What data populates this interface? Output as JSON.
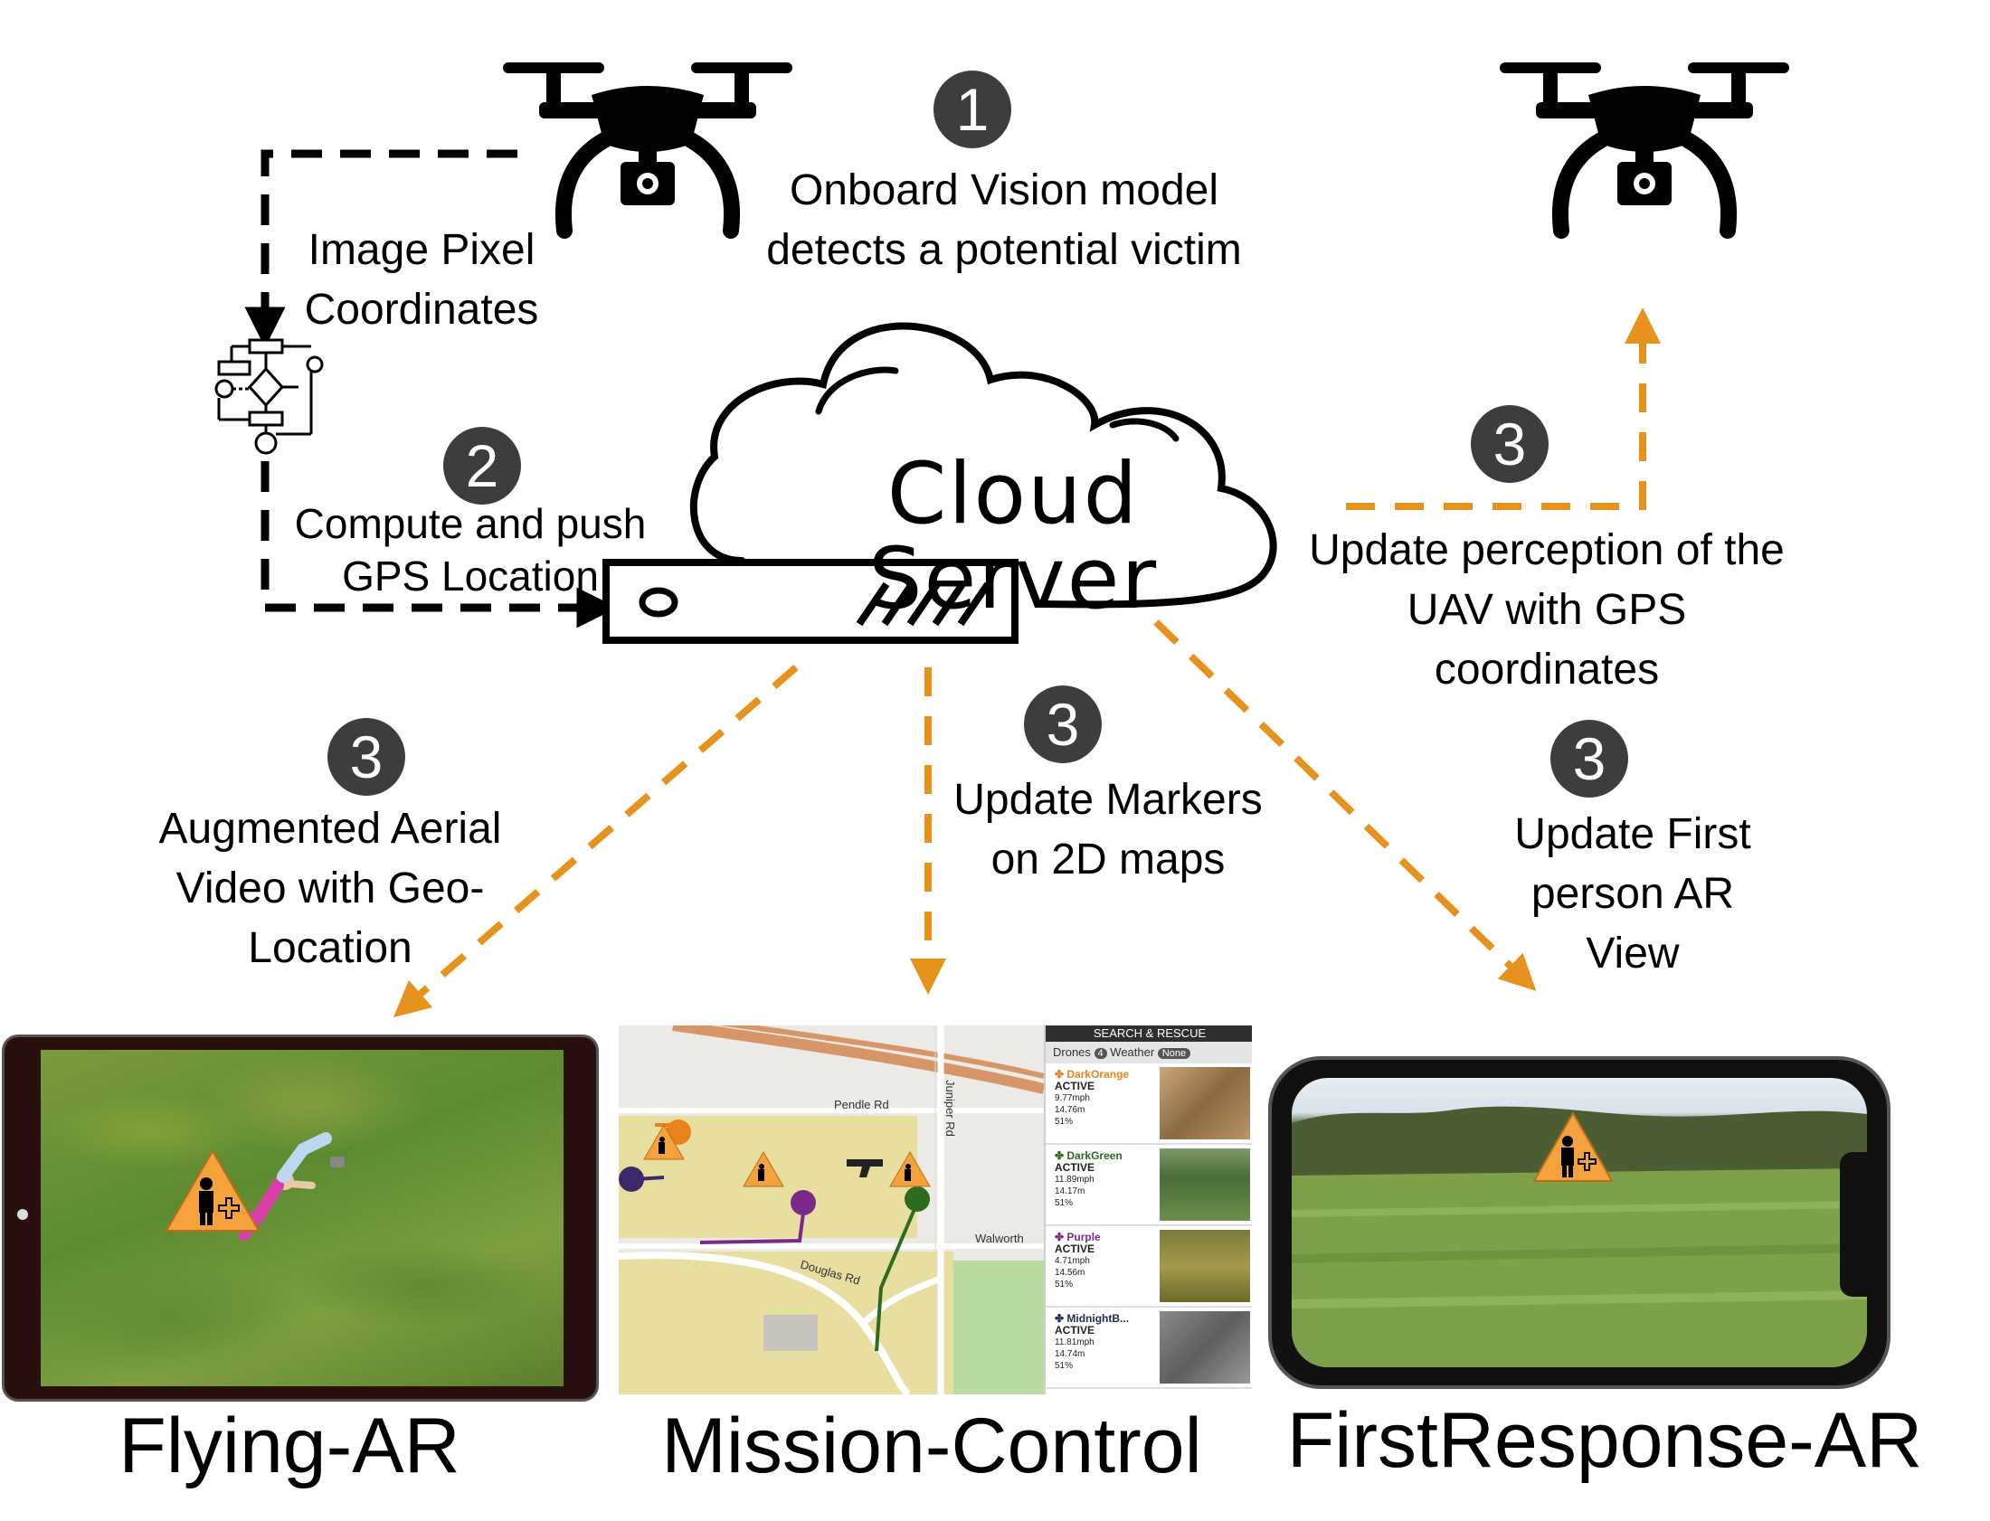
{
  "steps": {
    "step1": {
      "number": "1",
      "text": "Onboard Vision model detects a potential victim"
    },
    "image_pixel": {
      "text": "Image Pixel Coordinates"
    },
    "step2": {
      "number": "2",
      "text": "Compute and push GPS Location"
    },
    "cloud": {
      "title": "Cloud Server"
    },
    "step3_uav": {
      "number": "3",
      "text": "Update perception of the UAV with GPS coordinates"
    },
    "step3_video": {
      "number": "3",
      "text": "Augmented Aerial Video with Geo-Location"
    },
    "step3_maps": {
      "number": "3",
      "text": "Update Markers on 2D maps"
    },
    "step3_fp": {
      "number": "3",
      "text": "Update First person AR View"
    }
  },
  "endpoints": {
    "flying_ar": "Flying-AR",
    "mission_control": "Mission-Control",
    "first_response_ar": "FirstResponse-AR"
  },
  "mission_panel": {
    "header": "SEARCH & RESCUE",
    "drones_label": "Drones",
    "drones_count": "4",
    "weather_label": "Weather",
    "weather_value": "None",
    "drones": [
      {
        "name": "DarkOrange",
        "status": "ACTIVE",
        "speed": "9.77mph",
        "alt": "14.76m",
        "battery": "51%",
        "color": "#e8821e"
      },
      {
        "name": "DarkGreen",
        "status": "ACTIVE",
        "speed": "11.89mph",
        "alt": "14.17m",
        "battery": "51%",
        "color": "#2e6b1f"
      },
      {
        "name": "Purple",
        "status": "ACTIVE",
        "speed": "4.71mph",
        "alt": "14.56m",
        "battery": "51%",
        "color": "#7a2a8a"
      },
      {
        "name": "MidnightB...",
        "status": "ACTIVE",
        "speed": "11.81mph",
        "alt": "14.74m",
        "battery": "51%",
        "color": "#1f2a5a"
      }
    ],
    "map_labels": {
      "road1": "Pendle Rd",
      "road2": "Douglas Rd",
      "road3": "Walworth",
      "road4": "Juniper Rd"
    }
  },
  "colors": {
    "badge": "#3d3d3d",
    "orange_arrow": "#e8921e",
    "black_arrow": "#000000",
    "warning_marker": "#f5a23c"
  },
  "icons": [
    "drone-icon",
    "flowchart-icon",
    "cloud-icon",
    "server-icon",
    "warning-person-icon",
    "tablet-icon",
    "phone-icon"
  ]
}
